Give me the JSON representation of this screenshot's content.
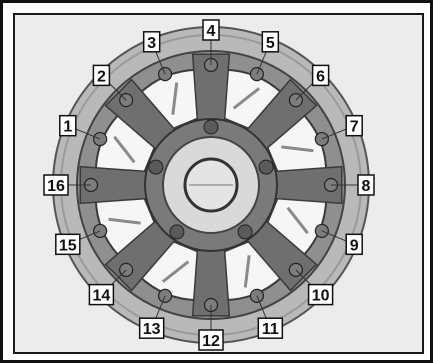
{
  "figure": {
    "subject": "wheel-lug-nut-tightening-sequence",
    "callouts": [
      "1",
      "2",
      "3",
      "4",
      "5",
      "6",
      "7",
      "8",
      "9",
      "10",
      "11",
      "12",
      "13",
      "14",
      "15",
      "16"
    ]
  },
  "colors": {
    "frame": "#111111",
    "panel_background": "#ececec",
    "tire": "#b9b9b9",
    "rim_face": "#8f8f8f",
    "spoke": "#6f6f6f",
    "window": "#f6f6f6",
    "hub": "#d9d9d9",
    "lug": "#7d7d7d",
    "label_box": "#ffffff"
  }
}
